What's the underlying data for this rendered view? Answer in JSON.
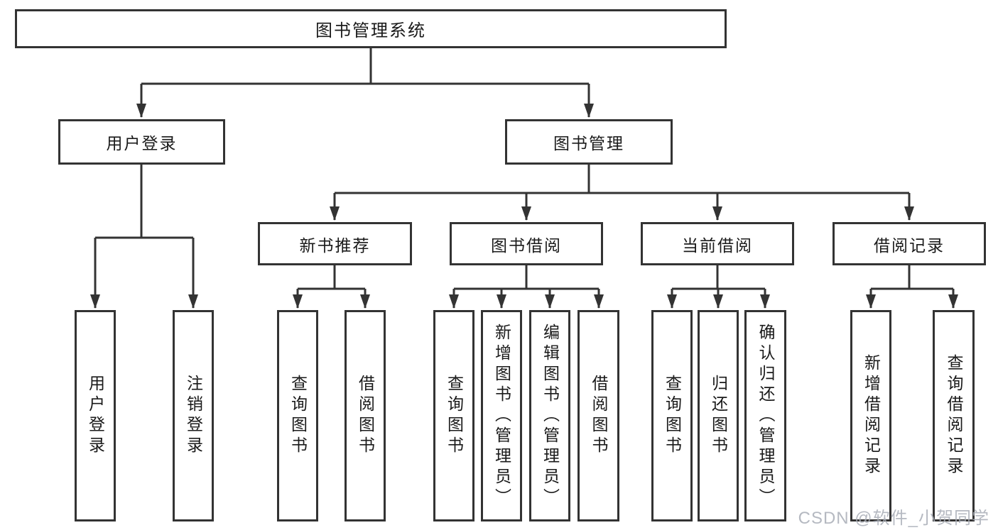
{
  "diagram_title": "图书管理系统",
  "tree": {
    "label": "图书管理系统",
    "children": [
      {
        "label": "用户登录",
        "children": [
          {
            "label": "用户登录"
          },
          {
            "label": "注销登录"
          }
        ]
      },
      {
        "label": "图书管理",
        "children": [
          {
            "label": "新书推荐",
            "children": [
              {
                "label": "查询图书"
              },
              {
                "label": "借阅图书"
              }
            ]
          },
          {
            "label": "图书借阅",
            "children": [
              {
                "label": "查询图书"
              },
              {
                "label": "新增图书（管理员）"
              },
              {
                "label": "编辑图书（管理员）"
              },
              {
                "label": "借阅图书"
              }
            ]
          },
          {
            "label": "当前借阅",
            "children": [
              {
                "label": "查询图书"
              },
              {
                "label": "归还图书"
              },
              {
                "label": "确认归还（管理员）"
              }
            ]
          },
          {
            "label": "借阅记录",
            "children": [
              {
                "label": "新增借阅记录"
              },
              {
                "label": "查询借阅记录"
              }
            ]
          }
        ]
      }
    ]
  },
  "watermark": {
    "text": "CSDN @软件_小贺同学"
  },
  "colors": {
    "line": "#333333",
    "text": "#1a1a1a",
    "background": "#ffffff",
    "watermark": "#a8adb6"
  }
}
